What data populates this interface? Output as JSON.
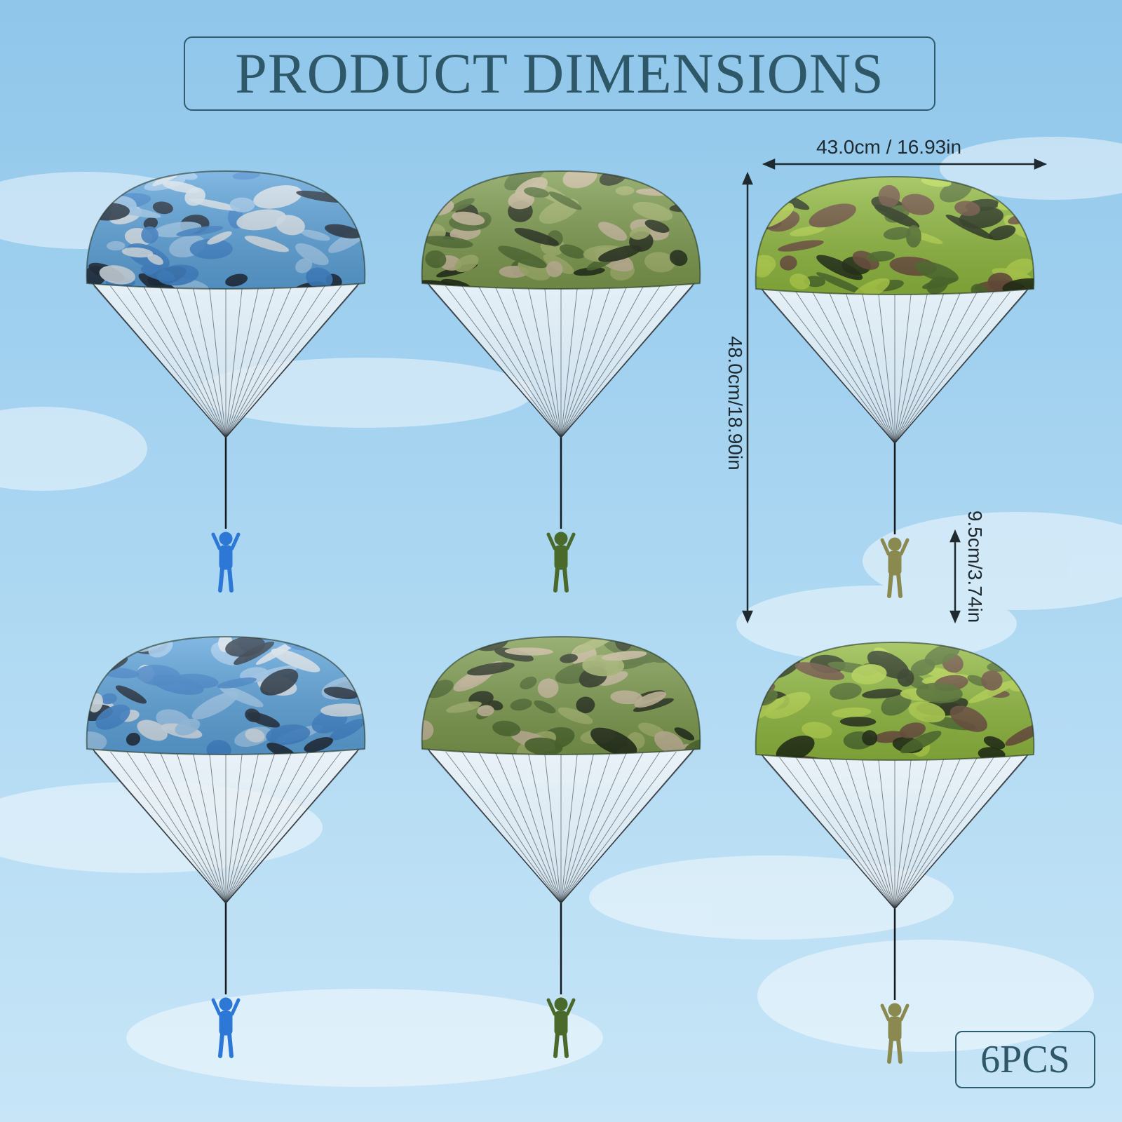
{
  "title": "PRODUCT DIMENSIONS",
  "dimensions": {
    "width": "43.0cm / 16.93in",
    "height": "48.0cm/18.90in",
    "figure_height": "9.5cm/3.74in"
  },
  "quantity_badge": "6PCS",
  "colors": {
    "sky": "#a3d2f0",
    "frame": "#2f5b6e",
    "blue_camo": "#5ba3dc",
    "woodland_camo": "#7c9a4c",
    "leaf_camo": "#8fb93c",
    "blue_figure": "#2d78d6",
    "green_figure": "#4a6a2c",
    "olive_figure": "#8a8a50"
  },
  "parachutes": [
    {
      "id": "blue-camo-1",
      "pattern": "blue-camo",
      "figure": "blue-soldier-icon"
    },
    {
      "id": "woodland-camo-1",
      "pattern": "woodland-camo",
      "figure": "green-soldier-icon"
    },
    {
      "id": "leaf-camo-1",
      "pattern": "leaf-camo",
      "figure": "olive-soldier-icon"
    },
    {
      "id": "blue-camo-2",
      "pattern": "blue-camo",
      "figure": "blue-soldier-icon"
    },
    {
      "id": "woodland-camo-2",
      "pattern": "woodland-camo",
      "figure": "green-soldier-icon"
    },
    {
      "id": "leaf-camo-2",
      "pattern": "leaf-camo",
      "figure": "olive-soldier-icon"
    }
  ]
}
